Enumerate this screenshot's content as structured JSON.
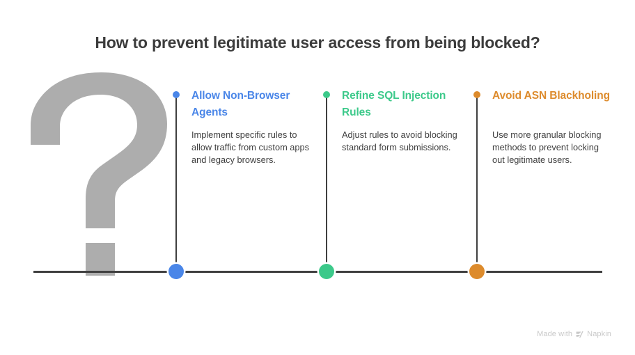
{
  "title": "How to prevent legitimate user access from being blocked?",
  "graphic": {
    "icon": "question-mark",
    "color": "#adadad"
  },
  "baseline": {
    "color": "#404040"
  },
  "columns": [
    {
      "heading": "Allow Non-Browser Agents",
      "body": "Implement specific rules to allow traffic from custom apps and legacy browsers.",
      "color": "#4a86e8"
    },
    {
      "heading": "Refine SQL Injection Rules",
      "body": "Adjust rules to avoid blocking standard form submissions.",
      "color": "#3cc98a"
    },
    {
      "heading": "Avoid ASN Blackholing",
      "body": "Use more granular blocking methods to prevent locking out legitimate users.",
      "color": "#dd8b2c"
    }
  ],
  "watermark": {
    "prefix": "Made with",
    "brand": "Napkin",
    "logo": "napkin-logo-icon",
    "color": "#c9c9c9"
  }
}
